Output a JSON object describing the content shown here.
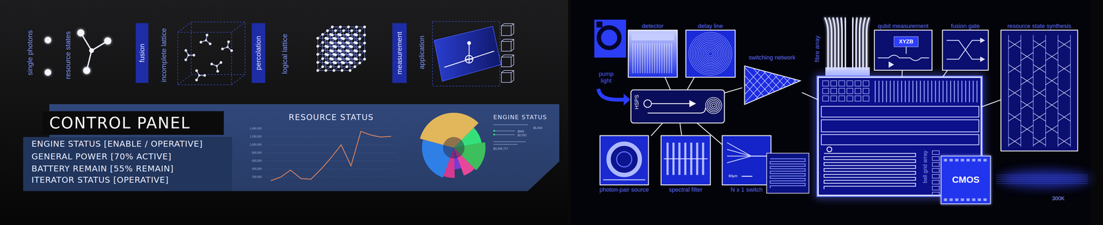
{
  "diagram": {
    "nodes": [
      {
        "text": [
          "fusion"
        ]
      },
      {
        "text": [
          "percolation"
        ]
      },
      {
        "text": [
          "measurement"
        ]
      },
      {
        "text": [
          "CONTROL PANEL"
        ]
      },
      {
        "text": [
          "ENGINE STATUS [ENABLE / OPERATIVE]",
          "GENERAL POWER [70% ACTIVE]",
          "BATTERY REMAIN [55% REMAIN]",
          "ITERATOR STATUS [OPERATIVE]"
        ]
      },
      {
        "text": [
          "detector"
        ]
      },
      {
        "text": [
          "delay line"
        ]
      },
      {
        "text": [
          "switching network"
        ]
      },
      {
        "text": [
          "HSPS"
        ]
      },
      {
        "text": [
          "photon-pair source"
        ]
      },
      {
        "text": [
          "spectral filter"
        ]
      },
      {
        "text": [
          "N x 1 switch",
          "80μm"
        ]
      },
      {
        "text": [
          "fibre array",
          "ball grid array"
        ]
      },
      {
        "text": [
          "qubit measurement",
          "XYZB"
        ]
      },
      {
        "text": [
          "fusion gate"
        ]
      },
      {
        "text": [
          "resource state synthesis"
        ]
      },
      {
        "text": [
          "CMOS"
        ]
      }
    ],
    "edges": [
      {
        "from": 8,
        "to": 5,
        "arrow": "none"
      },
      {
        "from": 8,
        "to": 6,
        "arrow": "none"
      },
      {
        "from": 8,
        "to": 7,
        "arrow": "none"
      },
      {
        "from": 8,
        "to": 9,
        "arrow": "none"
      },
      {
        "from": 8,
        "to": 10,
        "arrow": "none"
      },
      {
        "from": 8,
        "to": 11,
        "arrow": "none"
      },
      {
        "from": 7,
        "to": 12,
        "arrow": "none"
      },
      {
        "from": 12,
        "to": 13,
        "arrow": "none"
      },
      {
        "from": 12,
        "to": 14,
        "arrow": "none"
      },
      {
        "from": 12,
        "to": 15,
        "arrow": "none"
      }
    ],
    "labels": [
      "single photons",
      "resource states",
      "incomplete lattice",
      "logical lattice",
      "application",
      "RESOURCE STATUS",
      "1,400,000",
      "1,200,000",
      "1,000,000",
      "800,000",
      "600,000",
      "400,000",
      "200,000",
      "ENGINE STATUS",
      "$5,443",
      "$982",
      "$2,552",
      "$3,245,717",
      "pump light",
      "300K"
    ]
  }
}
